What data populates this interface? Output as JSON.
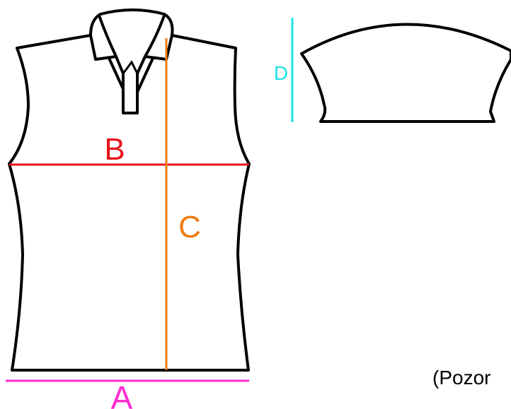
{
  "diagram": {
    "labels": {
      "A": "A",
      "B": "B",
      "C": "C",
      "D": "D"
    },
    "note": "(Pozor",
    "colors": {
      "outline": "#000000",
      "A": "#ff2bd1",
      "B": "#e8141c",
      "C": "#f07a10",
      "D": "#1ee2e8"
    }
  }
}
